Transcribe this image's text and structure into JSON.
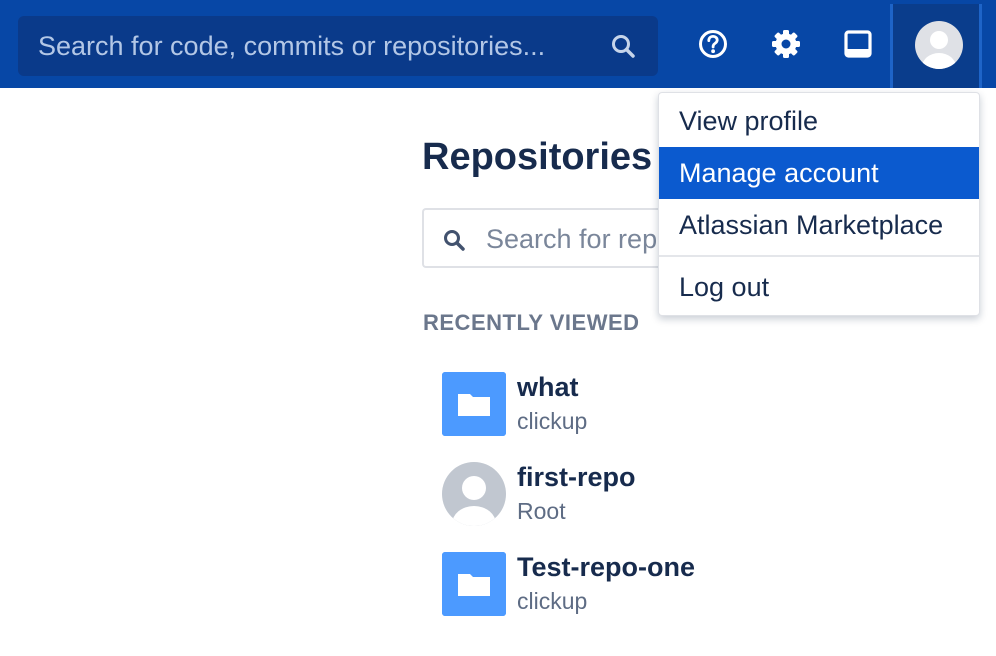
{
  "topbar": {
    "search_placeholder": "Search for code, commits or repositories...",
    "icons": [
      "search-icon",
      "help-icon",
      "gear-icon",
      "window-icon",
      "avatar"
    ]
  },
  "account_menu": {
    "items": [
      {
        "label": "View profile"
      },
      {
        "label": "Manage account",
        "active": true
      },
      {
        "label": "Atlassian Marketplace"
      },
      {
        "label": "Log out"
      }
    ]
  },
  "main": {
    "title": "Repositories",
    "search_placeholder": "Search for repositories",
    "search_visible_text": "Search for rep",
    "recently_viewed_heading": "RECENTLY VIEWED",
    "repos": [
      {
        "name": "what",
        "owner": "clickup",
        "thumb": "folder-icon"
      },
      {
        "name": "first-repo",
        "owner": "Root",
        "thumb": "avatar"
      },
      {
        "name": "Test-repo-one",
        "owner": "clickup",
        "thumb": "folder-icon"
      }
    ]
  },
  "colors": {
    "topbar_bg": "#0747a6",
    "menu_active_bg": "#0b5acf",
    "folder_blue": "#4c9aff",
    "text_primary": "#172b4d",
    "text_secondary": "#5e6c84"
  }
}
